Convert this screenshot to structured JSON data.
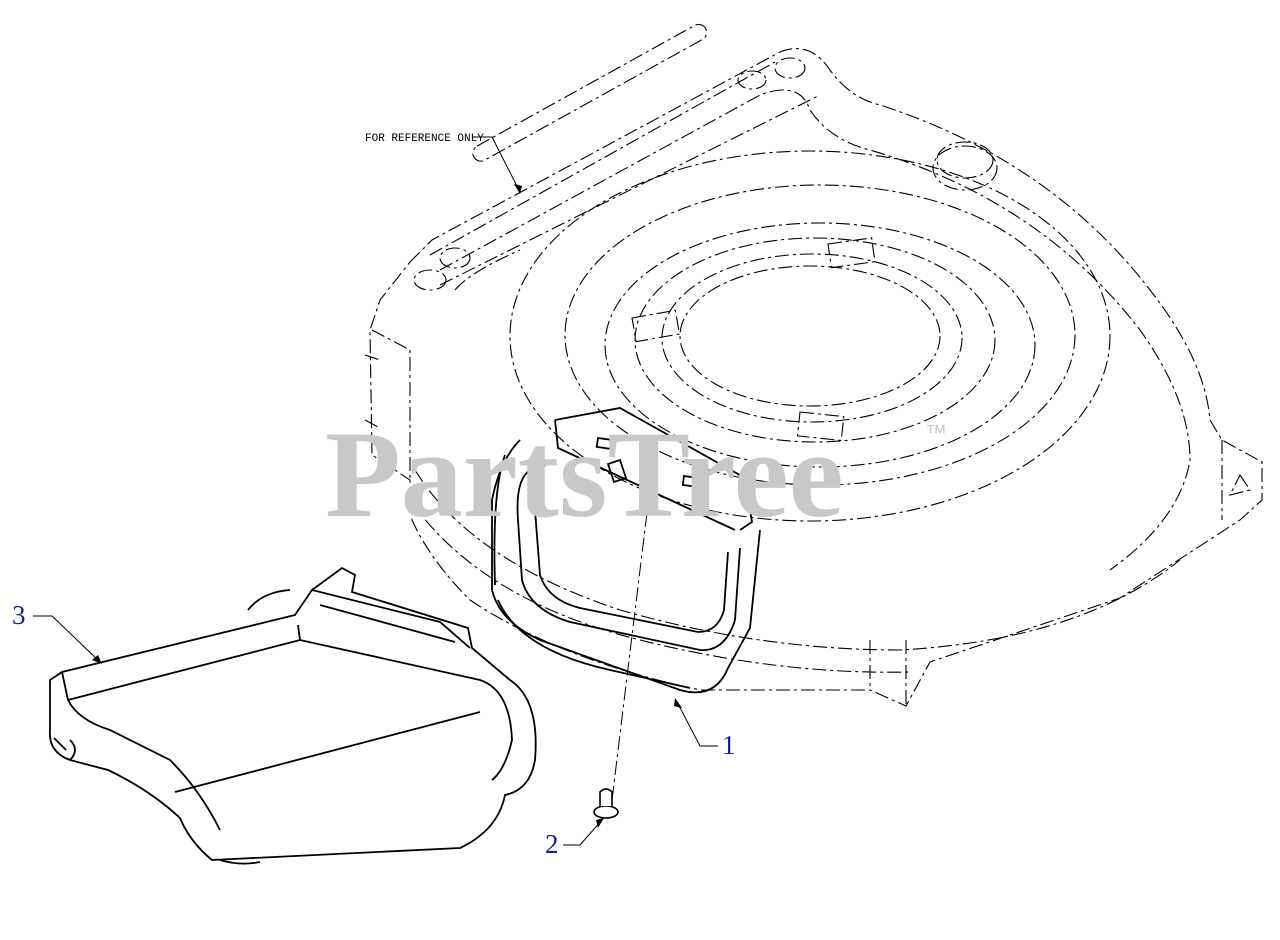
{
  "reference_note": "FOR REFERENCE ONLY",
  "watermark": {
    "text": "PartsTree",
    "trademark": "™"
  },
  "callouts": [
    {
      "number": "1",
      "part": "mulch-plug"
    },
    {
      "number": "2",
      "part": "retaining-screw"
    },
    {
      "number": "3",
      "part": "side-discharge-chute"
    }
  ],
  "colors": {
    "line": "#000000",
    "callout": "#1a1aa8",
    "watermark": "#c8c8c8",
    "background": "#ffffff"
  }
}
